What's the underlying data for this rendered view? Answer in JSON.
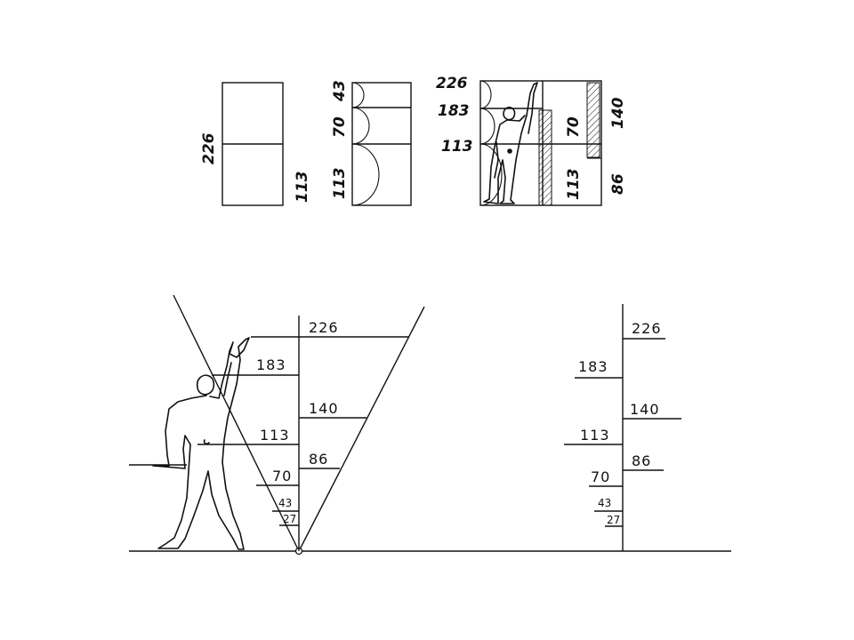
{
  "top_panels": {
    "panel1": {
      "left_label": "226",
      "right_label": "113"
    },
    "panel2": {
      "label_43": "43",
      "label_70": "70",
      "label_113": "113"
    },
    "panel3": {
      "label_226": "226",
      "label_183": "183",
      "label_113": "113",
      "label_70": "70",
      "label_113b": "113",
      "label_140": "140",
      "label_86": "86"
    }
  },
  "left_scale": {
    "v226": "226",
    "v183": "183",
    "v140": "140",
    "v113": "113",
    "v86": "86",
    "v70": "70",
    "v43": "43",
    "v27": "27"
  },
  "right_scale": {
    "v226": "226",
    "v183": "183",
    "v140": "140",
    "v113": "113",
    "v86": "86",
    "v70": "70",
    "v43": "43",
    "v27": "27"
  },
  "colors": {
    "ink": "#111111",
    "paper": "#ffffff"
  },
  "icons": [
    "modulor-figure-icon"
  ]
}
